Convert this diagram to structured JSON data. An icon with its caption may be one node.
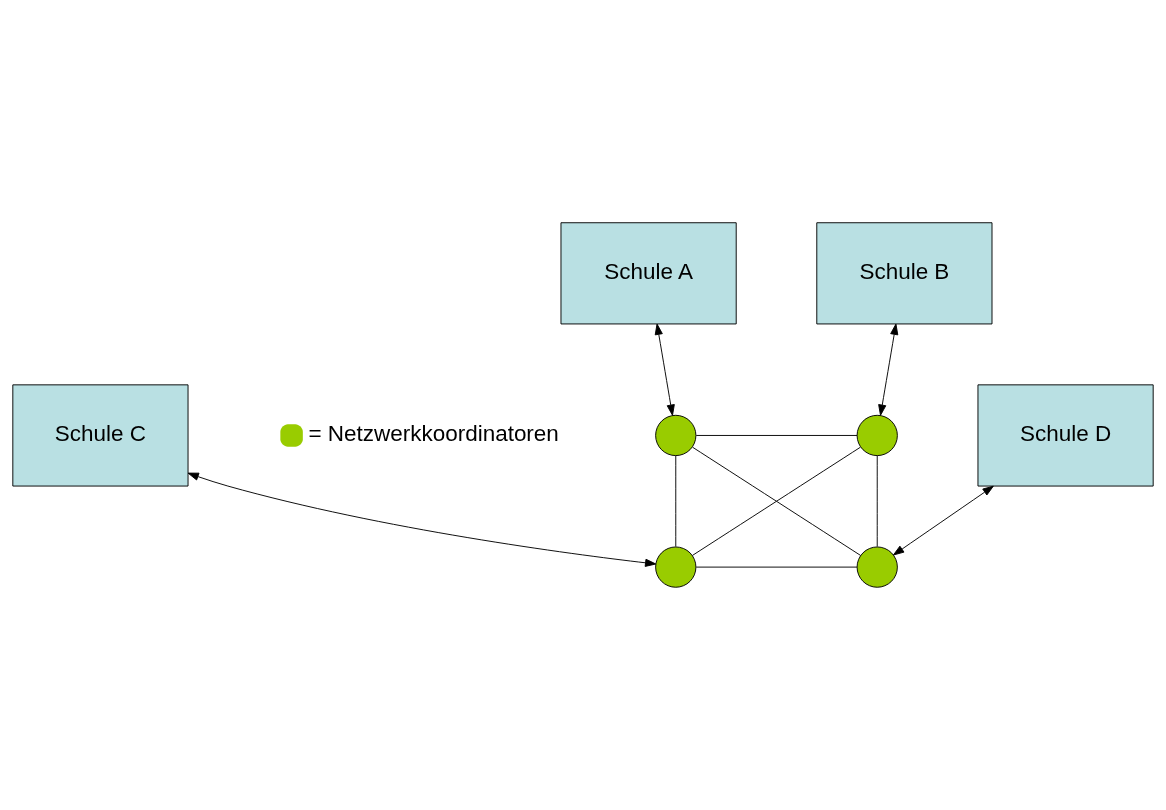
{
  "diagram": {
    "nodes": [
      {
        "text": [
          "Schule A"
        ]
      },
      {
        "text": [
          "Schule B"
        ]
      },
      {
        "text": [],
        "shape": "circle"
      },
      {
        "text": [],
        "shape": "circle"
      },
      {
        "text": [],
        "shape": "circle"
      },
      {
        "text": [],
        "shape": "circle"
      },
      {
        "text": [
          "Schule C"
        ]
      },
      {
        "text": [
          "Schule D"
        ]
      }
    ],
    "edges": [
      {
        "from": 0,
        "to": 2,
        "arrow": "both"
      },
      {
        "from": 1,
        "to": 3,
        "arrow": "both"
      },
      {
        "from": 2,
        "to": 3,
        "arrow": "none"
      },
      {
        "from": 2,
        "to": 4,
        "arrow": "none"
      },
      {
        "from": 2,
        "to": 5,
        "arrow": "none"
      },
      {
        "from": 3,
        "to": 4,
        "arrow": "none"
      },
      {
        "from": 3,
        "to": 5,
        "arrow": "none"
      },
      {
        "from": 4,
        "to": 5,
        "arrow": "none"
      },
      {
        "from": 6,
        "to": 4,
        "arrow": "both"
      },
      {
        "from": 7,
        "to": 5,
        "arrow": "both"
      }
    ],
    "legend": [
      {
        "text": "= Netzwerkkoordinatoren",
        "color": "#99cc00"
      }
    ]
  }
}
